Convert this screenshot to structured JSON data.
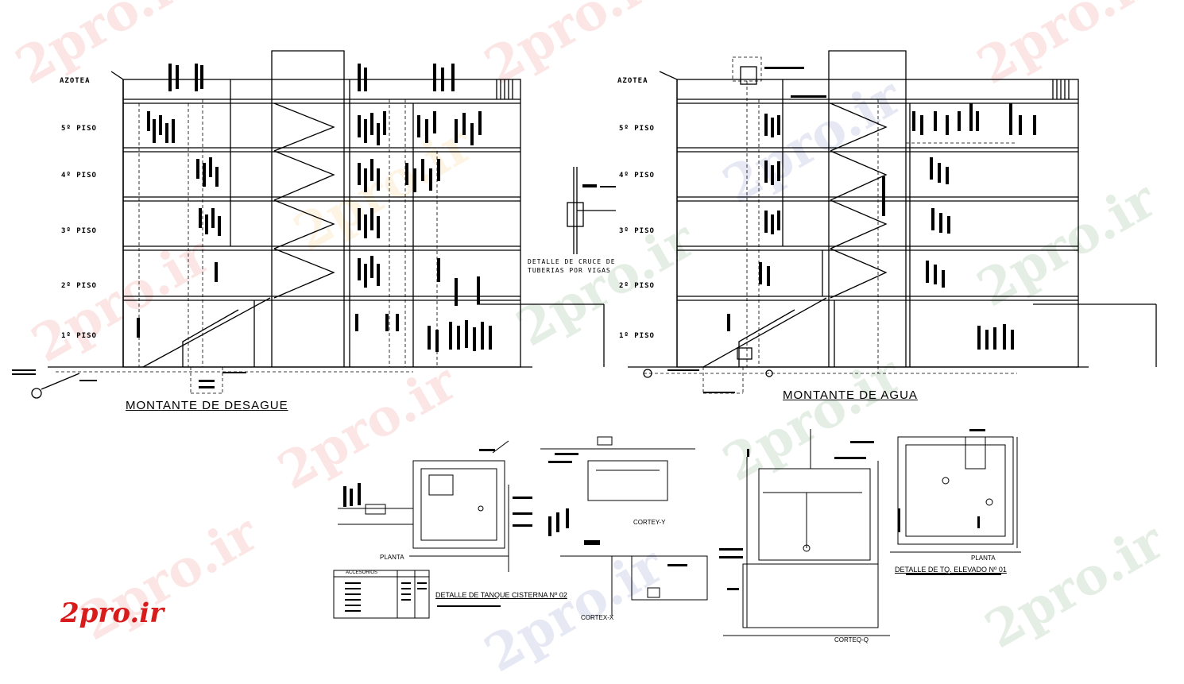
{
  "watermark": "2pro.ir",
  "brand": "2pro.ir",
  "desague": {
    "floors": [
      "AZOTEA",
      "5º PISO",
      "4º PISO",
      "3º PISO",
      "2º PISO",
      "1º PISO"
    ],
    "title": "MONTANTE DE DESAGUE"
  },
  "agua": {
    "floors": [
      "AZOTEA",
      "5º PISO",
      "4º PISO",
      "3º PISO",
      "2º PISO",
      "1º PISO"
    ],
    "title": "MONTANTE DE AGUA"
  },
  "detail_cross": {
    "line1": "DETALLE DE  CRUCE DE",
    "line2": "TUBERIAS POR VIGAS"
  },
  "cisterna": {
    "planta": "PLANTA",
    "title": "DETALLE DE TANQUE CISTERNA Nº 02",
    "corte_y": "CORTEY-Y",
    "corte_x": "CORTEX-X",
    "legend_header": "ACCESORIOS"
  },
  "elevado": {
    "planta": "PLANTA",
    "title": "DETALLE DE TQ. ELEVADO Nº 01",
    "corte_q": "CORTEQ-Q"
  },
  "colors": {
    "line": "#000000",
    "brand": "#d81b1b"
  }
}
